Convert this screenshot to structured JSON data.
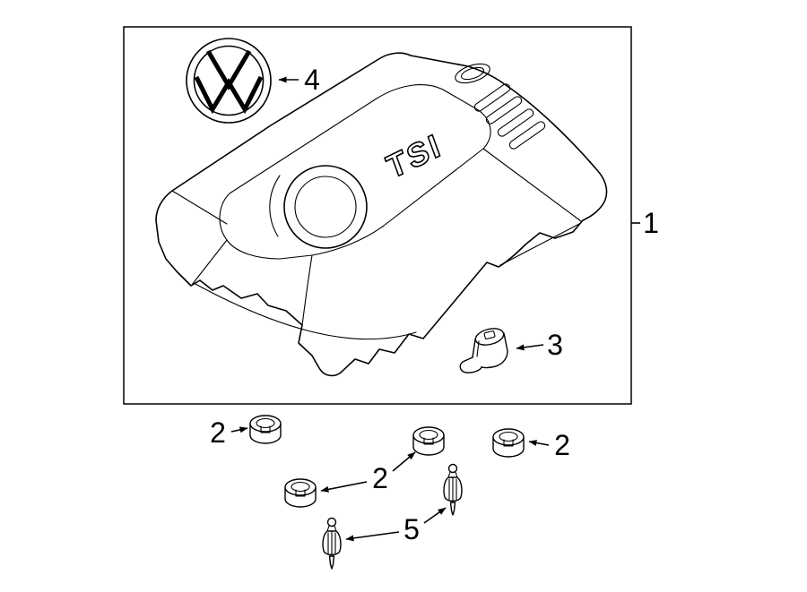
{
  "colors": {
    "line": "#000000",
    "background": "#ffffff"
  },
  "diagram": {
    "cover_text": "TSI",
    "callouts": {
      "c1": "1",
      "c2": "2",
      "c3": "3",
      "c4": "4",
      "c5": "5"
    }
  }
}
